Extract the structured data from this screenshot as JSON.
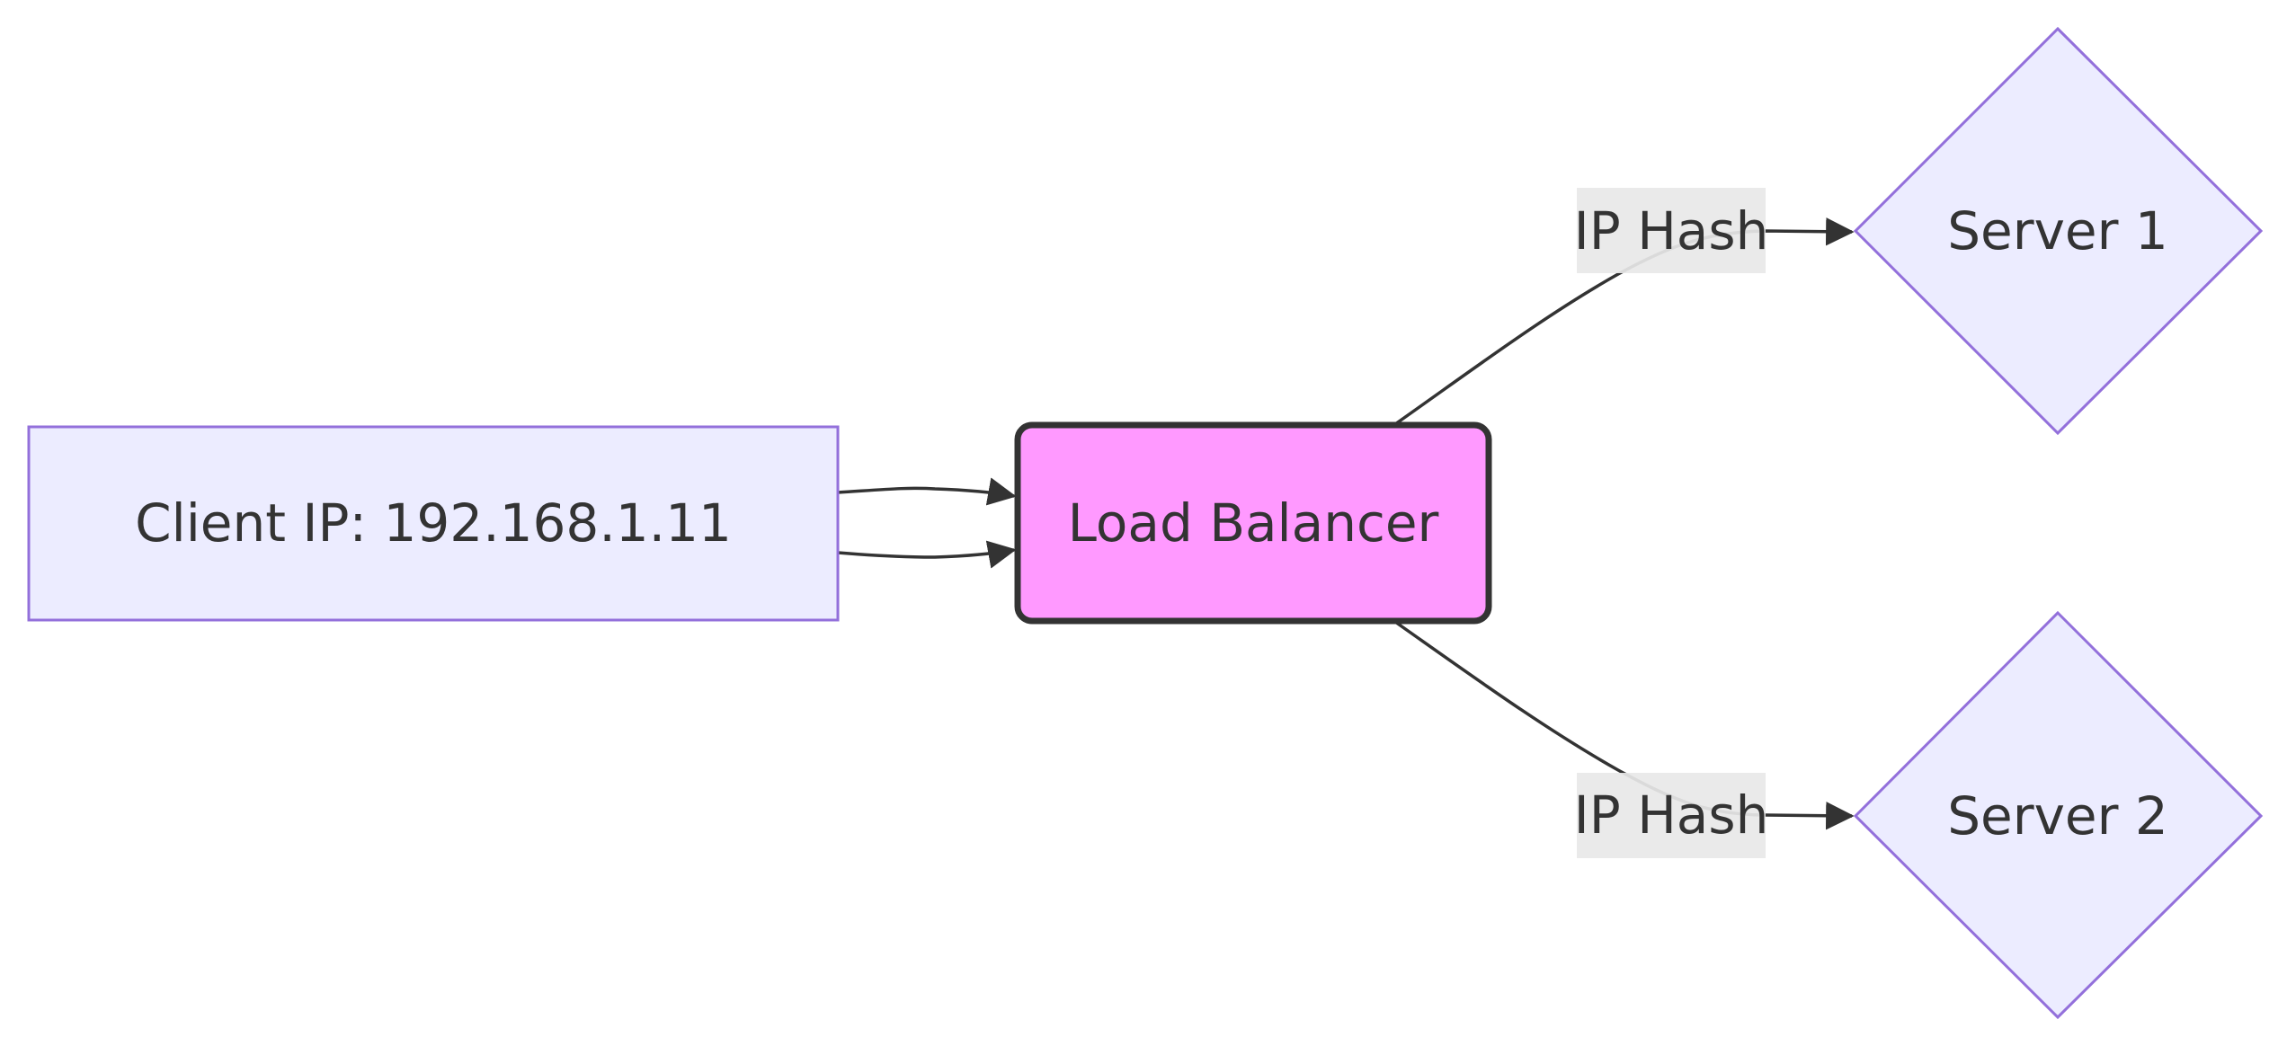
{
  "diagram": {
    "nodes": {
      "client": {
        "label": "Client IP: 192.168.1.11",
        "shape": "rect"
      },
      "lb": {
        "label": "Load Balancer",
        "shape": "rounded-rect"
      },
      "server1": {
        "label": "Server 1",
        "shape": "diamond"
      },
      "server2": {
        "label": "Server 2",
        "shape": "diamond"
      }
    },
    "edges": [
      {
        "from": "client",
        "to": "lb",
        "label": ""
      },
      {
        "from": "client",
        "to": "lb",
        "label": ""
      },
      {
        "from": "lb",
        "to": "server1",
        "label": "IP Hash"
      },
      {
        "from": "lb",
        "to": "server2",
        "label": "IP Hash"
      }
    ],
    "colors": {
      "node_fill": "#ececff",
      "node_stroke": "#9370db",
      "lb_fill": "#ff99ff",
      "lb_stroke": "#333333",
      "edge": "#333333",
      "edge_label_bg": "#e8e8e8",
      "text": "#333333"
    }
  }
}
